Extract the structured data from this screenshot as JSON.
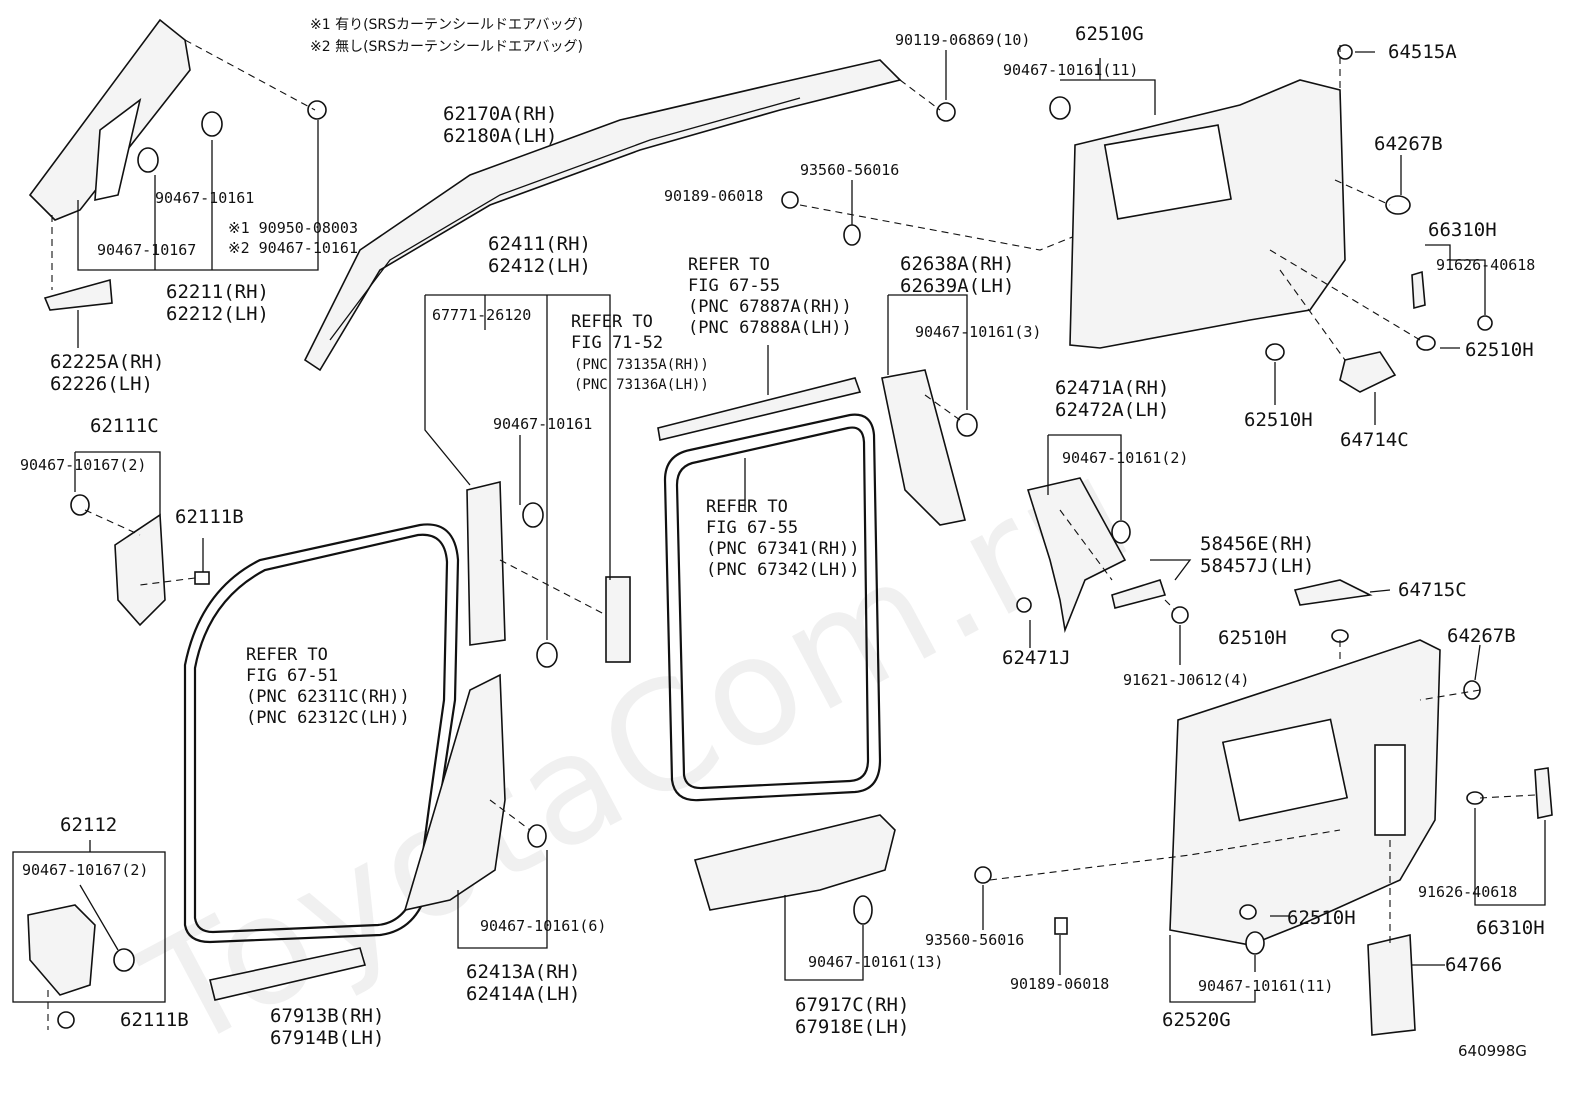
{
  "watermark": "ToyotaCom.ru",
  "figure_code": "640998G",
  "notes": {
    "n1": "※1 有り(SRSカーテンシールドエアバッグ)",
    "n2": "※2 無し(SRSカーテンシールドエアバッグ)"
  },
  "labels": {
    "p62170A": "62170A(RH)",
    "p62180A": "62180A(LH)",
    "p90467_10161_a": "90467-10161",
    "p90467_10167_a": "90467-10167",
    "p90950": "※1 90950-08003",
    "p90467_10161_n2": "※2 90467-10161",
    "p62211": "62211(RH)",
    "p62212": "62212(LH)",
    "p62225A": "62225A(RH)",
    "p62226": "62226(LH)",
    "p62111C": "62111C",
    "p90467_10167_2a": "90467-10167(2)",
    "p62111B_a": "62111B",
    "p62112": "62112",
    "p90467_10167_2b": "90467-10167(2)",
    "p62111B_b": "62111B",
    "p67913B": "67913B(RH)",
    "p67914B": "67914B(LH)",
    "ref6751": [
      "REFER TO",
      "FIG 67-51",
      "(PNC 62311C(RH))",
      "(PNC 62312C(LH))"
    ],
    "p62411": "62411(RH)",
    "p62412": "62412(LH)",
    "p67771": "67771-26120",
    "p90467_10161_b": "90467-10161",
    "ref7152": [
      "REFER TO",
      "FIG 71-52",
      "(PNC 73135A(RH))",
      "(PNC 73136A(LH))"
    ],
    "p90467_10161_6": "90467-10161(6)",
    "p62413A": "62413A(RH)",
    "p62414A": "62414A(LH)",
    "p90119": "90119-06869(10)",
    "p90189_a": "90189-06018",
    "p93560_a": "93560-56016",
    "ref6755a": [
      "REFER TO",
      "FIG 67-55",
      "(PNC 67887A(RH))",
      "(PNC 67888A(LH))"
    ],
    "ref6755b": [
      "REFER TO",
      "FIG 67-55",
      "(PNC 67341(RH))",
      "(PNC 67342(LH))"
    ],
    "p90467_10161_13": "90467-10161(13)",
    "p67917C": "67917C(RH)",
    "p67918E": "67918E(LH)",
    "p62638A": "62638A(RH)",
    "p62639A": "62639A(LH)",
    "p90467_10161_3": "90467-10161(3)",
    "p62471A": "62471A(RH)",
    "p62472A": "62472A(LH)",
    "p90467_10161_2": "90467-10161(2)",
    "p58456E": "58456E(RH)",
    "p58457J": "58457J(LH)",
    "p62471J": "62471J",
    "p91621": "91621-J0612(4)",
    "p93560_b": "93560-56016",
    "p90189_b": "90189-06018",
    "p62510G": "62510G",
    "p90467_10161_11a": "90467-10161(11)",
    "p64515A": "64515A",
    "p64267B_a": "64267B",
    "p66310H_a": "66310H",
    "p91626_a": "91626-40618",
    "p62510H_a": "62510H",
    "p62510H_b": "62510H",
    "p64714C": "64714C",
    "p64715C": "64715C",
    "p62510H_c": "62510H",
    "p64267B_b": "64267B",
    "p91626_b": "91626-40618",
    "p66310H_b": "66310H",
    "p62510H_d": "62510H",
    "p64766": "64766",
    "p90467_10161_11b": "90467-10161(11)",
    "p62520G": "62520G"
  }
}
